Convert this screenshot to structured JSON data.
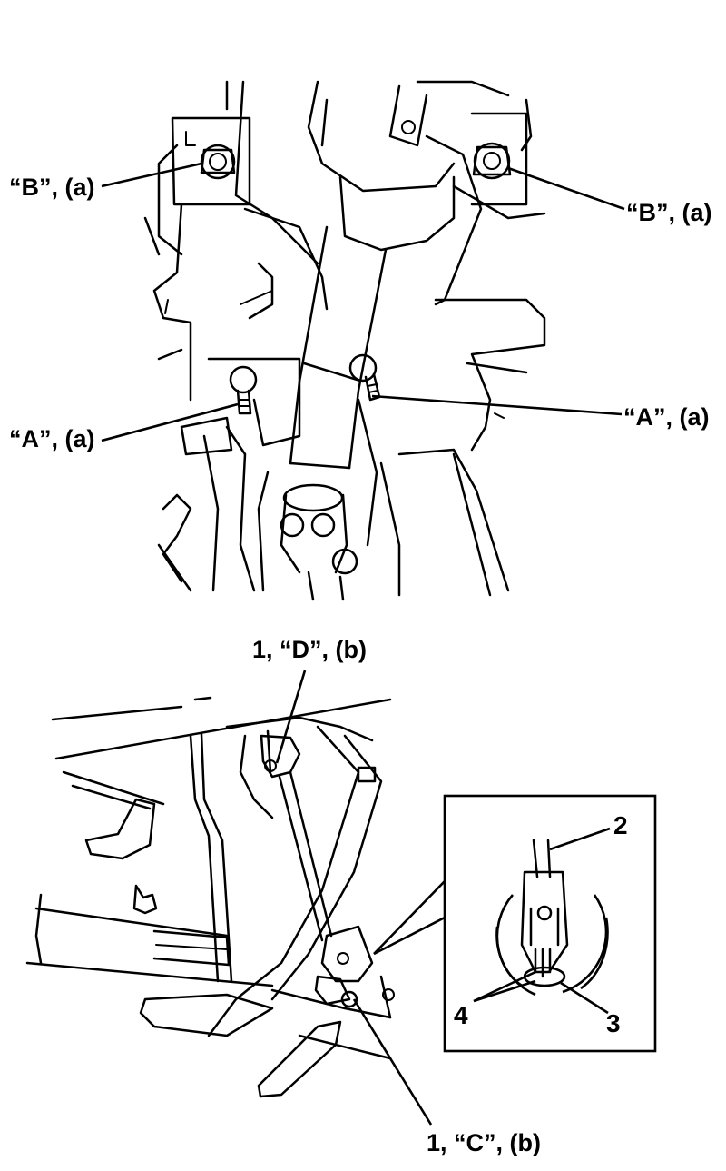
{
  "top_figure": {
    "callouts": {
      "b_left": "“B”, (a)",
      "b_right": "“B”, (a)",
      "a_left": "“A”, (a)",
      "a_right": "“A”, (a)"
    }
  },
  "bottom_figure": {
    "callouts": {
      "d_top": "1, “D”, (b)",
      "c_bottom": "1, “C”, (b)"
    },
    "inset": {
      "num_2": "2",
      "num_3": "3",
      "num_4": "4"
    }
  }
}
